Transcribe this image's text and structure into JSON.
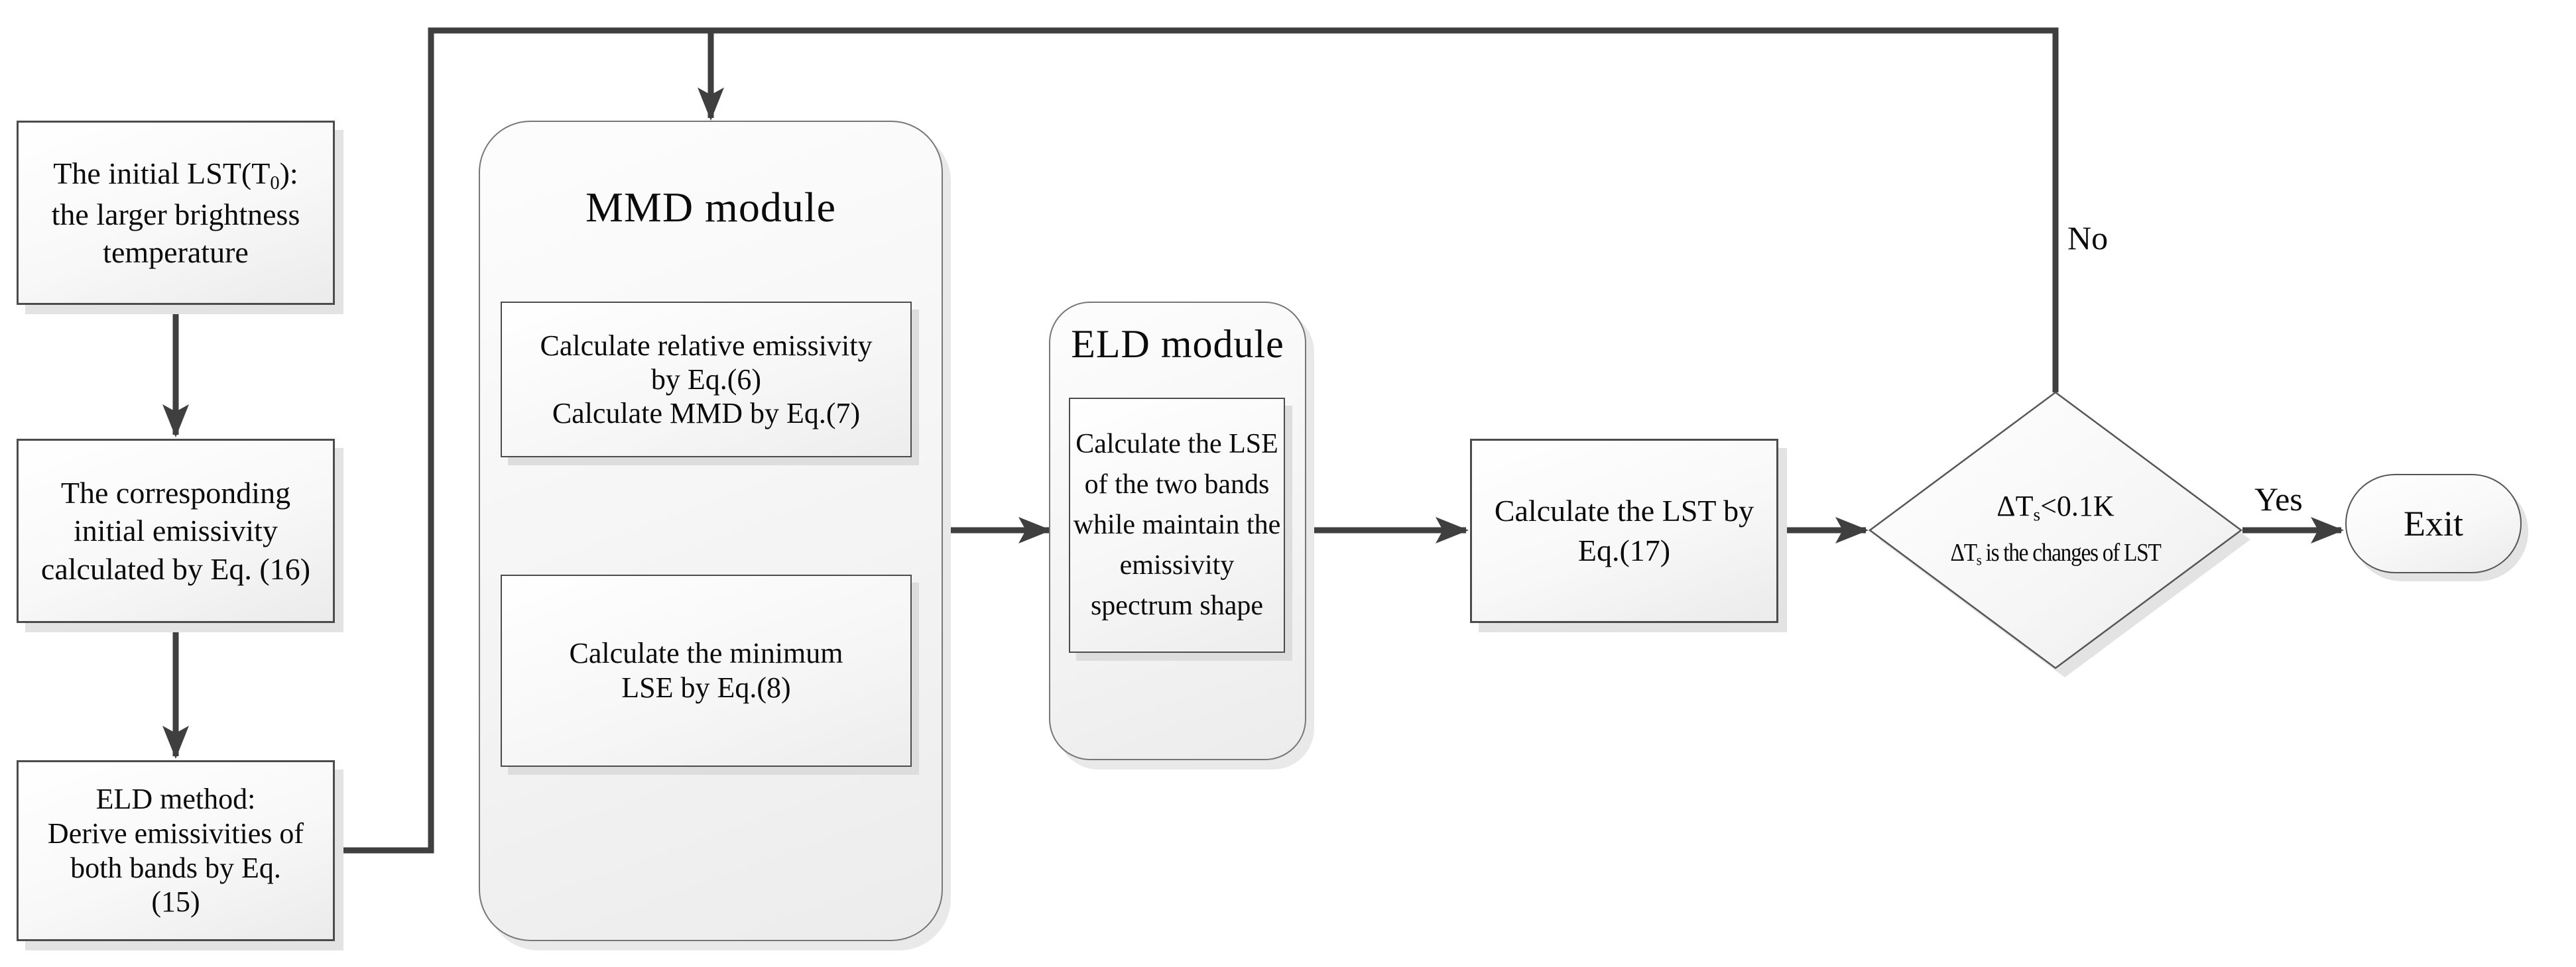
{
  "diagram": {
    "background": "#ffffff",
    "line_color": "#3f3f3f",
    "box_border_color": "#4c4c4c",
    "box_initial_lst": {
      "line1_pre": "The initial LST(T",
      "line1_sub": "0",
      "line1_post": "):",
      "line2": "the larger brightness",
      "line3": "temperature"
    },
    "box_initial_emissivity": {
      "line1": "The corresponding",
      "line2": "initial emissivity",
      "line3": "calculated by Eq. (16)"
    },
    "box_eld_method": {
      "line1": "ELD method:",
      "line2": "Derive emissivities of",
      "line3": "both bands by Eq.",
      "line4": "(15)"
    },
    "mmd_module": {
      "title": "MMD module",
      "box_relative_emissivity": {
        "line1": "Calculate relative emissivity",
        "line2": "by Eq.(6)",
        "line3": "Calculate MMD by Eq.(7)"
      },
      "box_minimum_lse": {
        "line1": "Calculate the  minimum",
        "line2": "LSE by Eq.(8)"
      }
    },
    "eld_module": {
      "title": "ELD module",
      "box_lse_two_bands": {
        "line1": "Calculate the LSE",
        "line2": "of the two bands",
        "line3": "while maintain the",
        "line4": "emissivity",
        "line5": "spectrum shape"
      }
    },
    "box_calculate_lst": {
      "line1": "Calculate the LST by",
      "line2": "Eq.(17)"
    },
    "decision": {
      "line1_pre": "ΔT",
      "line1_sub": "s",
      "line1_post": "<0.1K",
      "line2_pre": "ΔT",
      "line2_sub": "s",
      "line2_post": " is the changes of LST"
    },
    "labels": {
      "no": "No",
      "yes": "Yes",
      "exit": "Exit"
    }
  }
}
